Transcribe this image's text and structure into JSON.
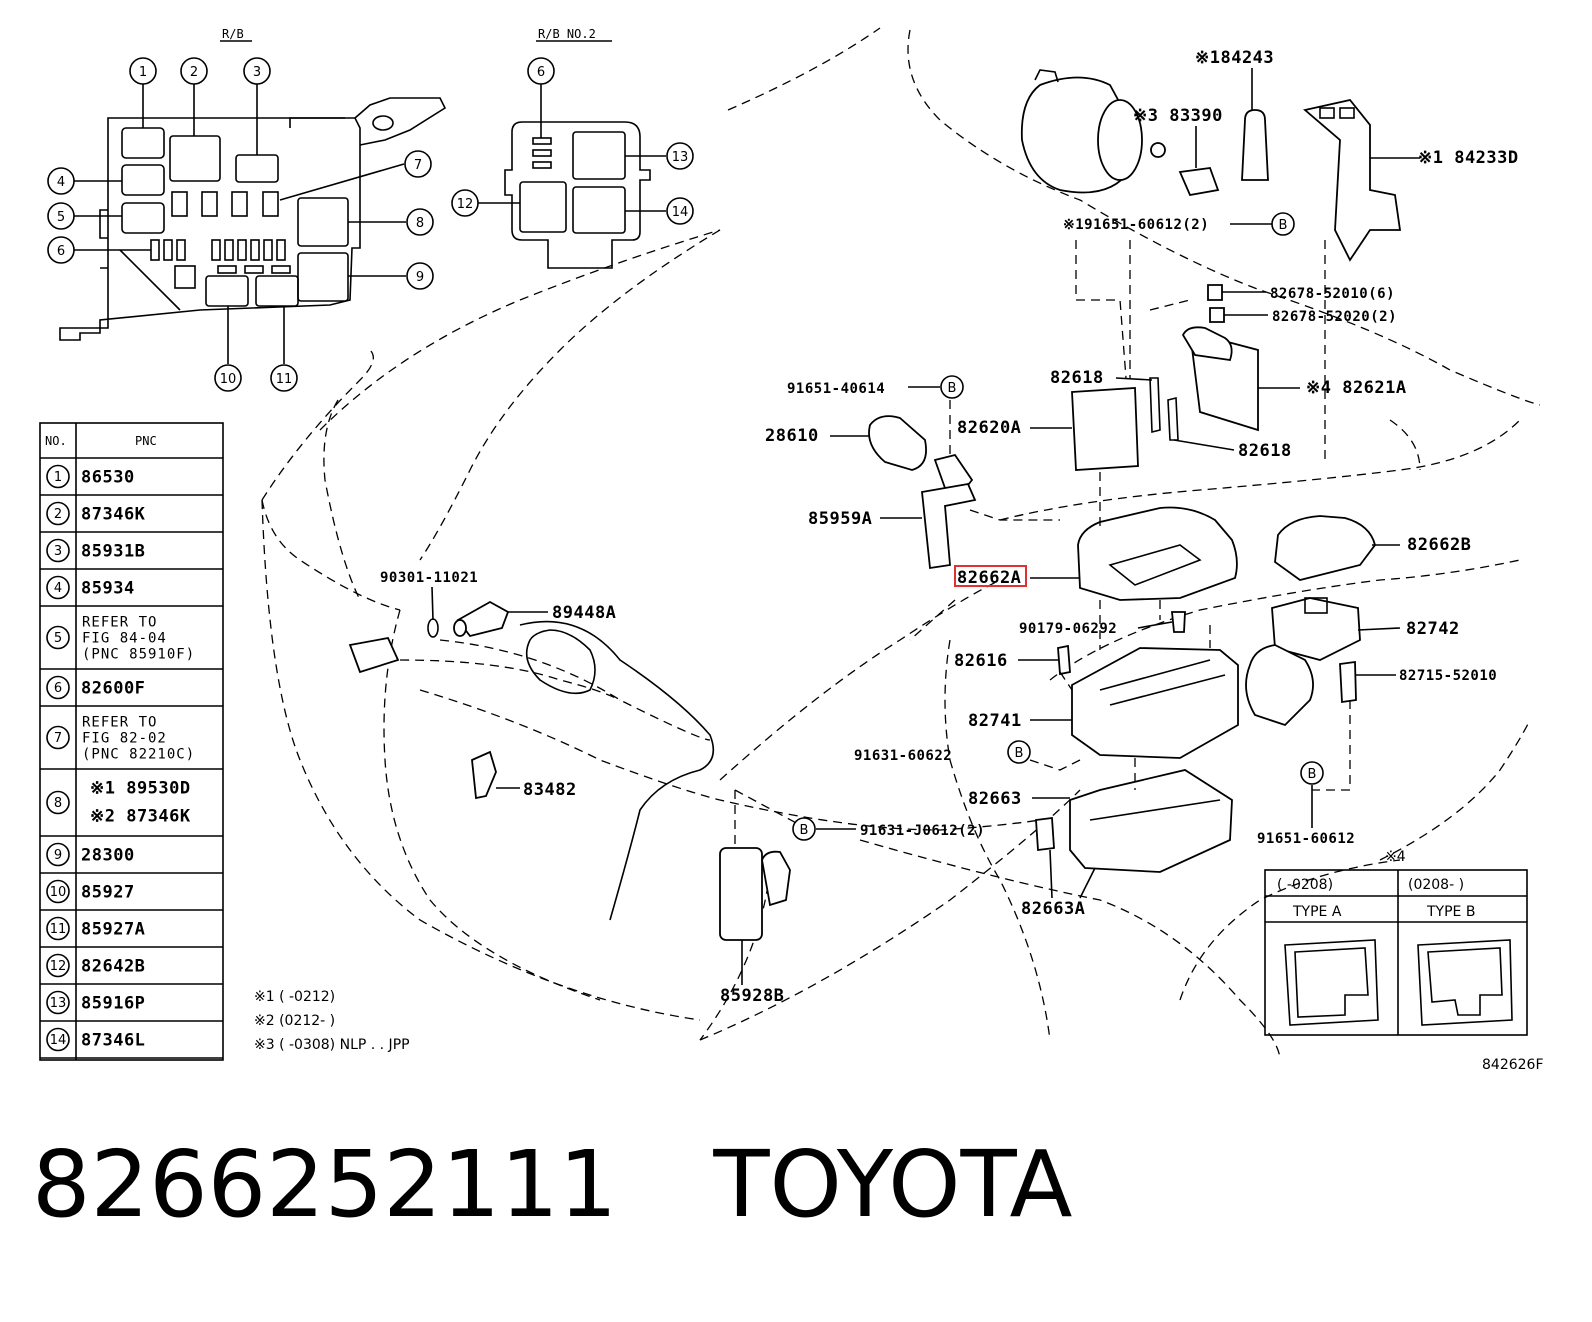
{
  "diagram": {
    "rb_header": "R/B",
    "rb2_header": "R/B NO.2",
    "figure_code": "842626F",
    "callouts": [
      "1",
      "2",
      "3",
      "4",
      "5",
      "6",
      "7",
      "8",
      "9",
      "10",
      "11",
      "12",
      "13",
      "14"
    ],
    "b_marker": "B",
    "pnc_table": {
      "col_no": "NO.",
      "col_pnc": "PNC",
      "rows": [
        {
          "no": "1",
          "pnc": "86530"
        },
        {
          "no": "2",
          "pnc": "87346K"
        },
        {
          "no": "3",
          "pnc": "85931B"
        },
        {
          "no": "4",
          "pnc": "85934"
        },
        {
          "no": "5",
          "lines": [
            "REFER TO",
            "FIG 84-04",
            "(PNC 85910F)"
          ]
        },
        {
          "no": "6",
          "pnc": "82600F"
        },
        {
          "no": "7",
          "lines": [
            "REFER TO",
            "FIG 82-02",
            "(PNC 82210C)"
          ]
        },
        {
          "no": "8",
          "lines": [
            "※1 89530D",
            "※2 87346K"
          ]
        },
        {
          "no": "9",
          "pnc": "28300"
        },
        {
          "no": "10",
          "pnc": "85927"
        },
        {
          "no": "11",
          "pnc": "85927A"
        },
        {
          "no": "12",
          "pnc": "82642B"
        },
        {
          "no": "13",
          "pnc": "85916P"
        },
        {
          "no": "14",
          "pnc": "87346L"
        }
      ]
    },
    "notes": [
      "※1 (      -0212)",
      "※2 (0212-      )",
      "※3 (      -0308) NLP . . JPP"
    ],
    "labels": {
      "p84243": "※184243",
      "p83390": "※3 83390",
      "p84233D": "※1 84233D",
      "p91651_60612_2": "※191651-60612(2)",
      "p82678_52010": "82678-52010(6)",
      "p82678_52020": "82678-52020(2)",
      "p82618a": "82618",
      "p82621A": "※4 82621A",
      "p91651_40614": "91651-40614",
      "p28610": "28610",
      "p82620A": "82620A",
      "p82618b": "82618",
      "p85959A": "85959A",
      "p82662A": "82662A",
      "p82662B": "82662B",
      "p90301": "90301-11021",
      "p89448A": "89448A",
      "p90179": "90179-06292",
      "p82742": "82742",
      "p82616": "82616",
      "p82715": "82715-52010",
      "p82741": "82741",
      "p91631_60622": "91631-60622",
      "p83482": "83482",
      "p82663": "82663",
      "p91631_J0612": "91631-J0612(2)",
      "p91651_60612": "91651-60612",
      "p82663A": "82663A",
      "p85928B": "85928B"
    },
    "type_box": {
      "title": "※4",
      "range_a": "(      -0208)",
      "range_b": "(0208-      )",
      "type_a": "TYPE A",
      "type_b": "TYPE B"
    },
    "highlight_color": "#e03030"
  },
  "footer": {
    "part_number": "8266252111",
    "brand": "TOYOTA"
  }
}
